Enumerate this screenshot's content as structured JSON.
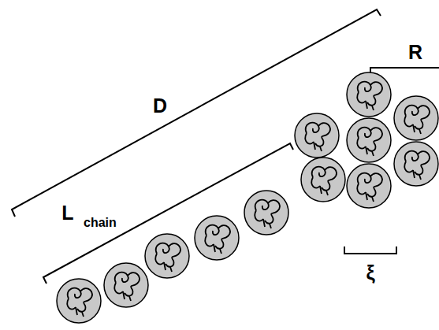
{
  "diagram": {
    "labels": [
      "D",
      "L",
      "chain",
      "R",
      "ξ"
    ]
  }
}
